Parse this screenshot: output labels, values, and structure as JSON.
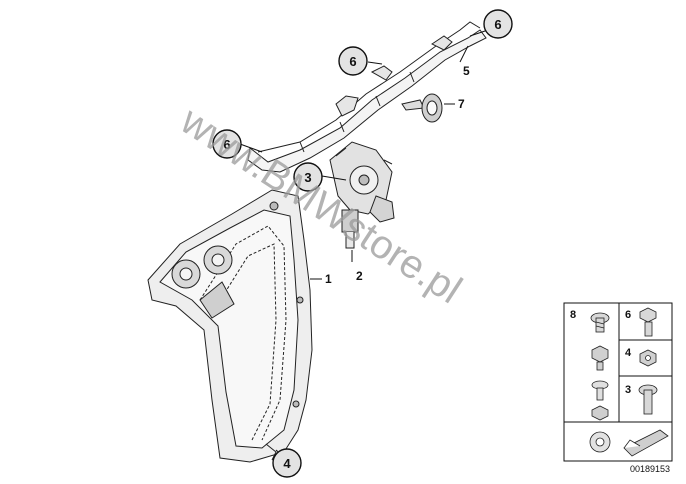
{
  "diagram": {
    "watermark": "www.BMWstore.pl",
    "diagram_id": "00189153",
    "callouts": [
      {
        "label": "6"
      },
      {
        "label": "6"
      },
      {
        "label": "6"
      },
      {
        "label": "3"
      },
      {
        "label": "4"
      }
    ],
    "part_labels": [
      {
        "label": "1"
      },
      {
        "label": "2"
      },
      {
        "label": "5"
      },
      {
        "label": "7"
      }
    ],
    "hardware_legend": {
      "cells": [
        {
          "label": "8"
        },
        {
          "label": "6"
        },
        {
          "label": "4"
        },
        {
          "label": "3"
        }
      ]
    }
  }
}
